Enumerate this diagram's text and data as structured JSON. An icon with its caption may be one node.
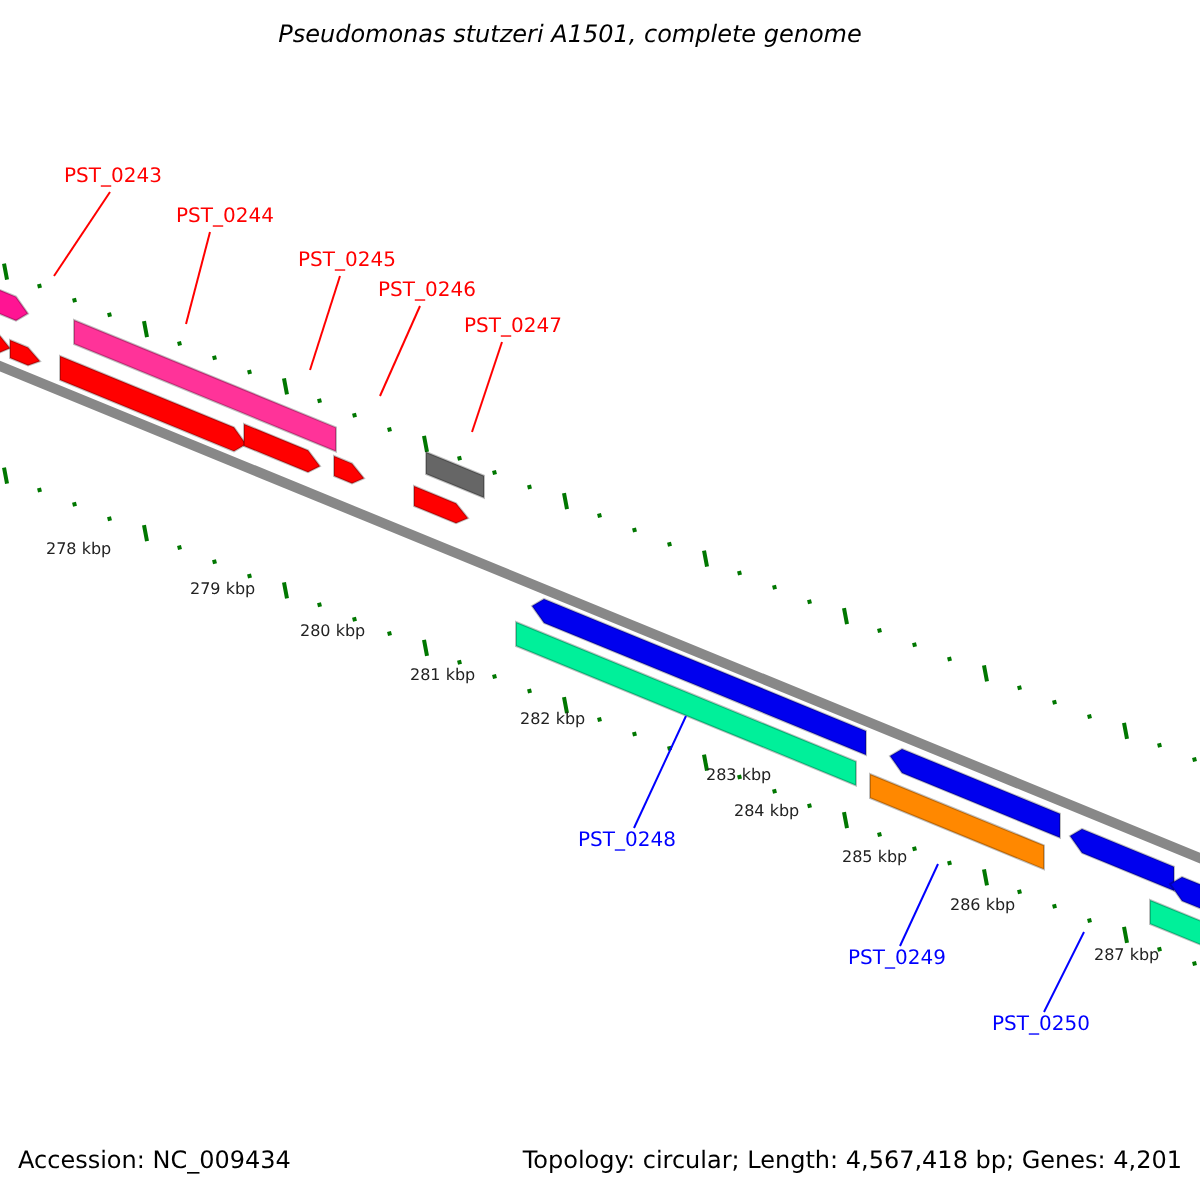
{
  "diagram": {
    "title": "Pseudomonas stutzeri A1501, complete genome",
    "nodes": [
      {
        "text": [
          "PST_0243"
        ]
      },
      {
        "text": [
          "PST_0244"
        ]
      },
      {
        "text": [
          "PST_0245"
        ]
      },
      {
        "text": [
          "PST_0246"
        ]
      },
      {
        "text": [
          "PST_0247"
        ]
      },
      {
        "text": [
          "PST_0248"
        ]
      },
      {
        "text": [
          "PST_0249"
        ]
      },
      {
        "text": [
          "PST_0250"
        ]
      }
    ],
    "edges": [
      {
        "from": 0,
        "to": null,
        "arrow": "none"
      },
      {
        "from": 1,
        "to": null,
        "arrow": "none"
      },
      {
        "from": 2,
        "to": null,
        "arrow": "none"
      },
      {
        "from": 3,
        "to": null,
        "arrow": "none"
      },
      {
        "from": 4,
        "to": null,
        "arrow": "none"
      },
      {
        "from": 5,
        "to": null,
        "arrow": "none",
        "color": "#0000ff"
      },
      {
        "from": 6,
        "to": null,
        "arrow": "none",
        "color": "#0000ff"
      },
      {
        "from": 7,
        "to": null,
        "arrow": "none",
        "color": "#0000ff"
      }
    ],
    "labels": [
      "278 kbp",
      "279 kbp",
      "280 kbp",
      "281 kbp",
      "282 kbp",
      "283 kbp",
      "284 kbp",
      "285 kbp",
      "286 kbp",
      "287 kbp",
      "Accession: NC_009434",
      "Topology: circular; Length: 4,567,418 bp; Genes: 4,201"
    ]
  }
}
